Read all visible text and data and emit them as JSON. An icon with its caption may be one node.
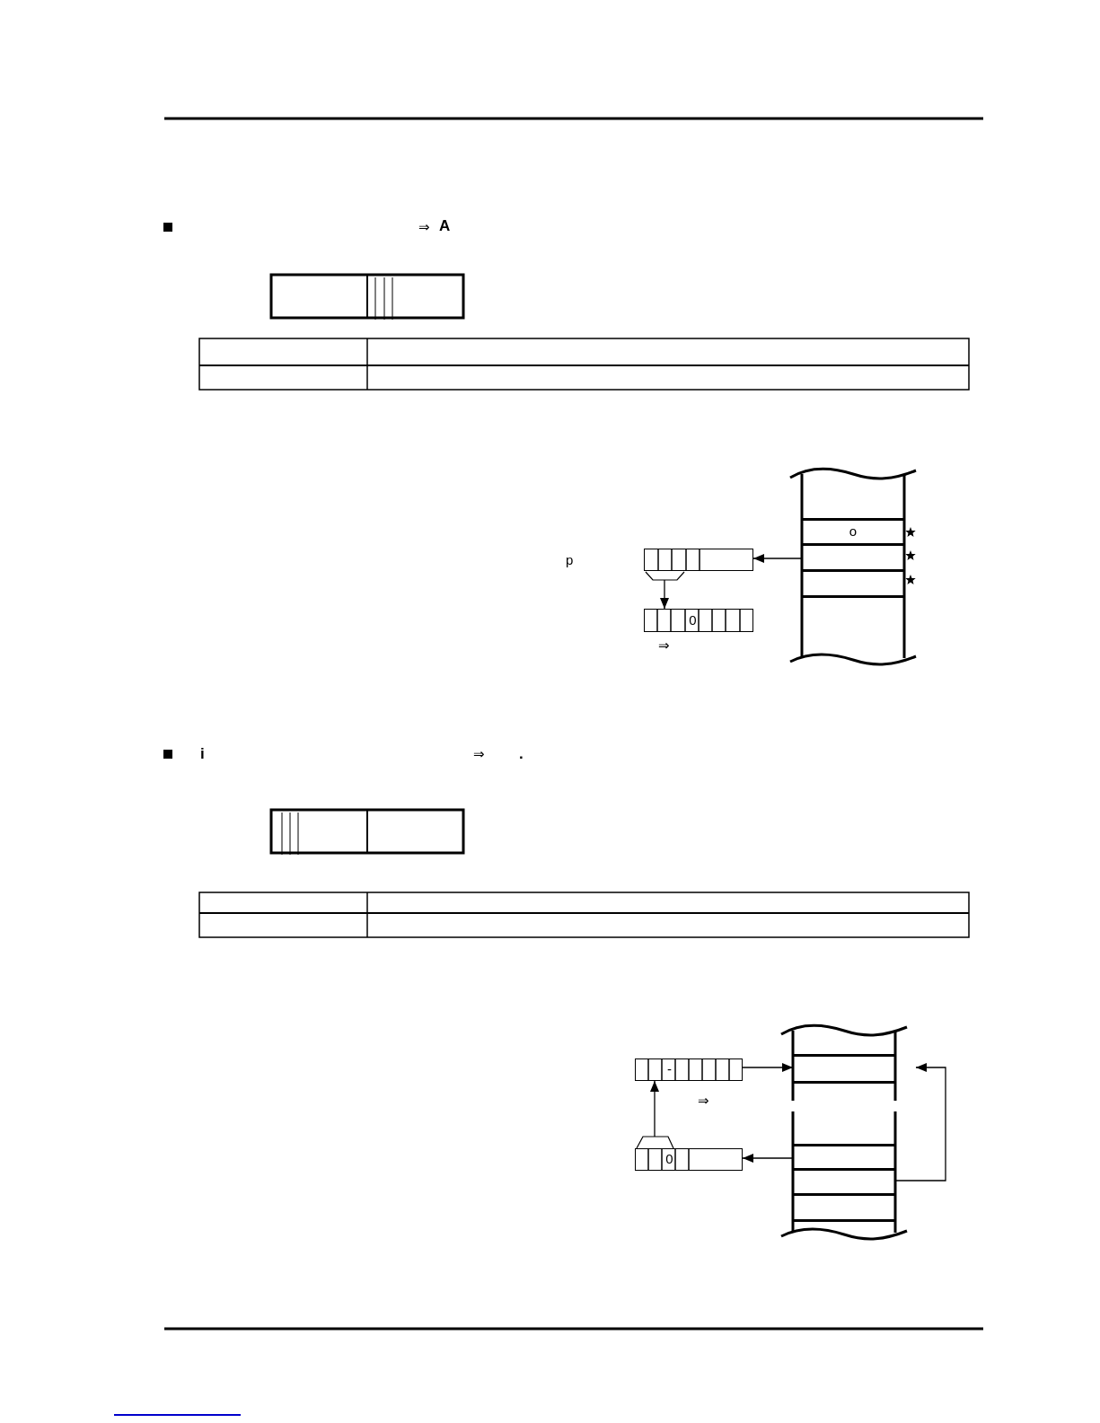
{
  "diagram": {
    "nodes": [
      {
        "text": [],
        "shape": "box"
      },
      {
        "text": [
          "o"
        ],
        "in": 0
      },
      {
        "text": [],
        "shape": "box",
        "in": 0
      },
      {
        "text": [],
        "shape": "box",
        "in": 0
      },
      {
        "text": [],
        "shape": "box"
      },
      {
        "text": [
          "0"
        ]
      },
      {
        "text": [],
        "shape": "box"
      },
      {
        "text": [],
        "shape": "box",
        "in": 6
      },
      {
        "text": [],
        "shape": "box",
        "in": 6
      },
      {
        "text": [],
        "shape": "box",
        "in": 6
      },
      {
        "text": [],
        "shape": "box",
        "in": 6
      },
      {
        "text": [
          "-"
        ]
      },
      {
        "text": [
          "0"
        ]
      }
    ],
    "edges": [
      {
        "from": 2,
        "to": 4,
        "arrow": "to"
      },
      {
        "from": 4,
        "to": 5,
        "arrow": "to"
      },
      {
        "from": 11,
        "to": 7,
        "arrow": "to"
      },
      {
        "from": 8,
        "to": 12,
        "arrow": "to"
      },
      {
        "from": 12,
        "to": 11,
        "arrow": "to"
      },
      {
        "from": 9,
        "to": null,
        "arrow": "to"
      }
    ],
    "labels": [
      "⇒",
      "A",
      "p",
      "⇒",
      "i",
      "⇒",
      ".",
      "⇒"
    ]
  }
}
